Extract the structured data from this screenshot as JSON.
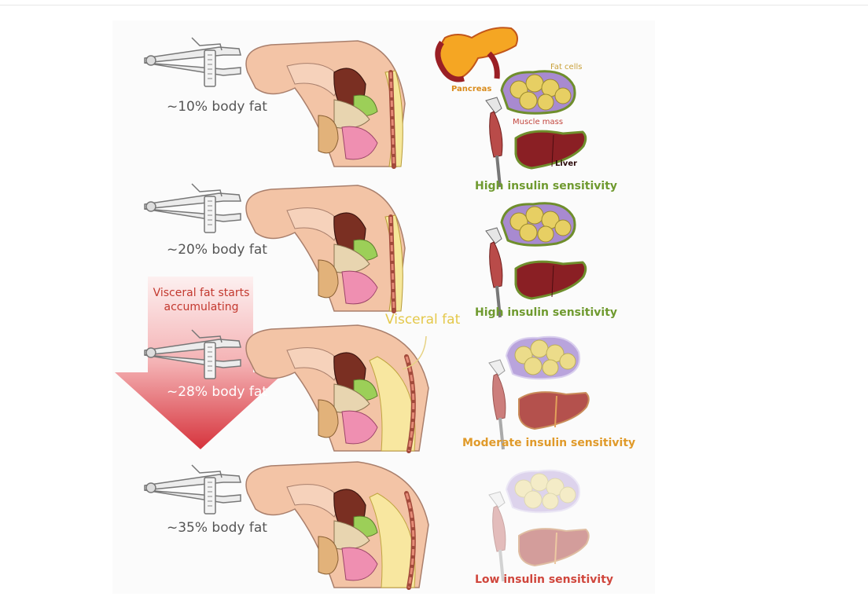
{
  "rows": [
    {
      "fat_label": "~10% body fat",
      "sensitivity": "High insulin sensitivity"
    },
    {
      "fat_label": "~20% body fat",
      "sensitivity": "High insulin sensitivity"
    },
    {
      "fat_label": "~28% body fat",
      "sensitivity": "Moderate insulin sensitivity"
    },
    {
      "fat_label": "~35% body fat",
      "sensitivity": "Low insulin sensitivity"
    }
  ],
  "organ_labels": {
    "pancreas": "Pancreas",
    "fat_cells": "Fat cells",
    "muscle_mass": "Muscle mass",
    "liver": "Liver"
  },
  "annotations": {
    "visceral_fat": "Visceral fat",
    "arrow_text": "Visceral fat starts accumulating"
  },
  "colors": {
    "high": "#6f9a2f",
    "moderate": "#e09a2a",
    "low": "#d0463c",
    "visceral_label": "#e4c84a",
    "arrow_top": "#fbe0e0",
    "arrow_bottom": "#d9434a"
  }
}
